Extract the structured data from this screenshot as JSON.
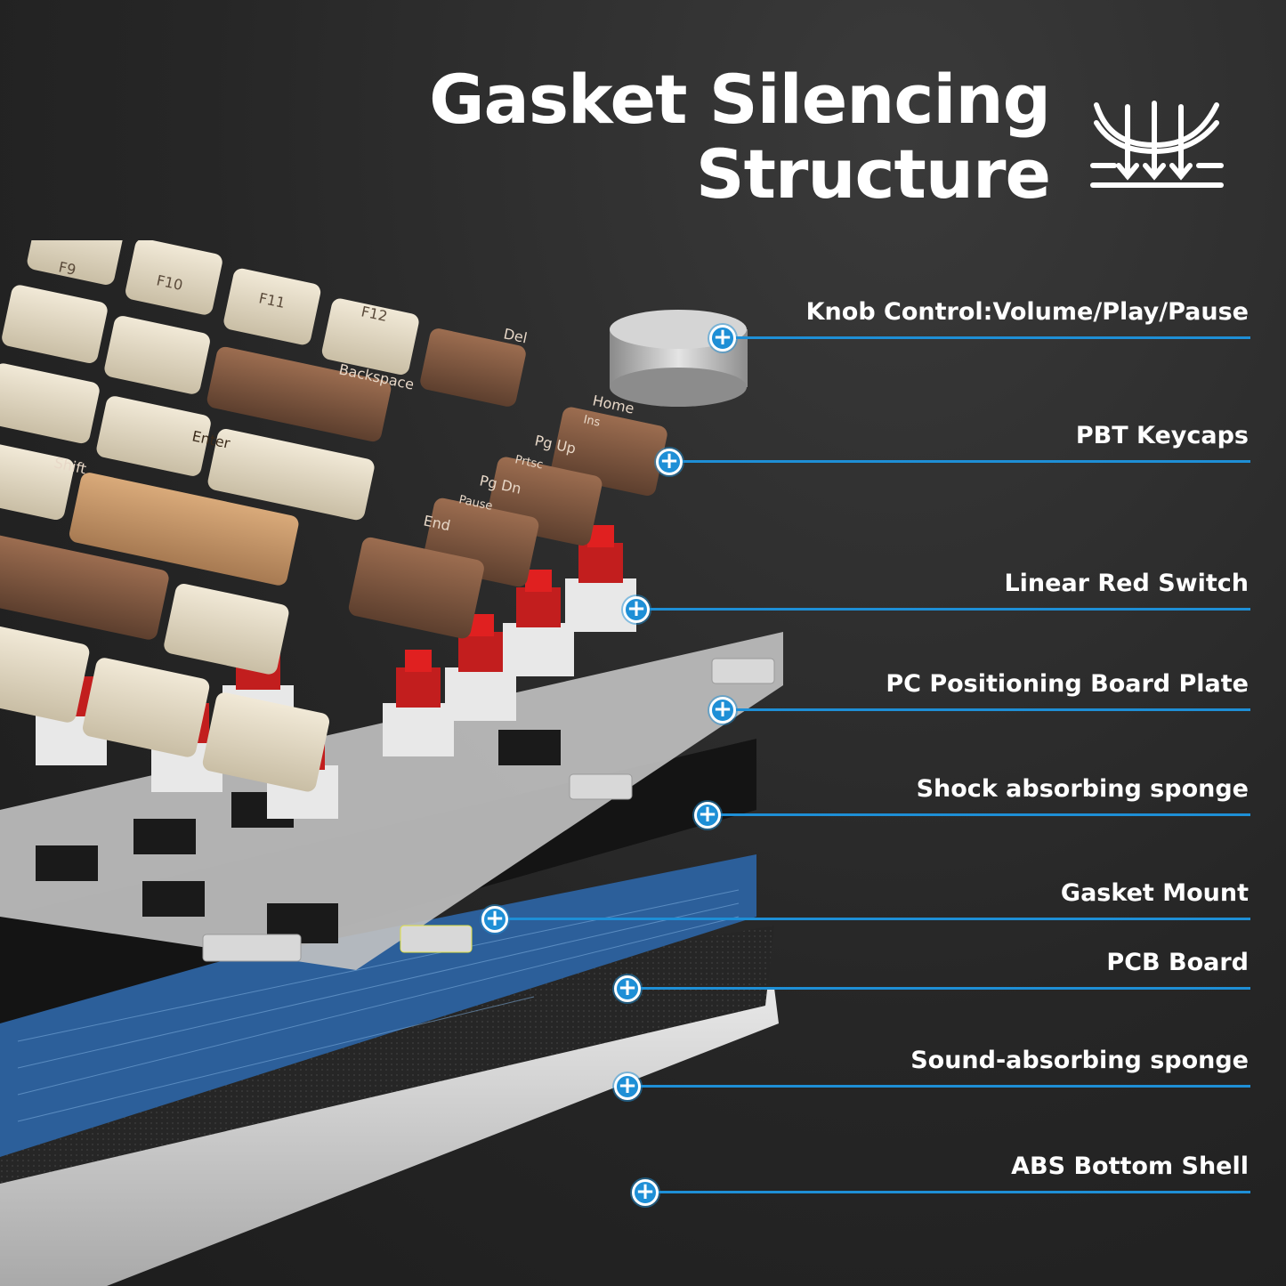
{
  "title": {
    "line1": "Gasket Silencing",
    "line2": "Structure"
  },
  "accent_color": "#1e8fd6",
  "icon": "gasket-suspension-icon",
  "keycaps": {
    "f9": "F9",
    "f10": "F10",
    "f11": "F11",
    "f12": "F12",
    "del": "Del",
    "backspace": "Backspace",
    "home": "Home",
    "ins": "Ins",
    "pgup": "Pg Up",
    "prtsc": "Prtsc",
    "pgdn": "Pg Dn",
    "pause": "Pause",
    "end": "End",
    "enter": "Enter",
    "shift": "Shift"
  },
  "callouts": [
    {
      "label": "Knob Control:Volume/Play/Pause",
      "symbol": "+"
    },
    {
      "label": "PBT Keycaps",
      "symbol": "+"
    },
    {
      "label": "Linear Red Switch",
      "symbol": "+"
    },
    {
      "label": "PC Positioning Board Plate",
      "symbol": "+"
    },
    {
      "label": "Shock absorbing sponge",
      "symbol": "+"
    },
    {
      "label": "Gasket Mount",
      "symbol": "+"
    },
    {
      "label": "PCB Board",
      "symbol": "+"
    },
    {
      "label": "Sound-absorbing sponge",
      "symbol": "+"
    },
    {
      "label": "ABS Bottom Shell",
      "symbol": "+"
    }
  ]
}
